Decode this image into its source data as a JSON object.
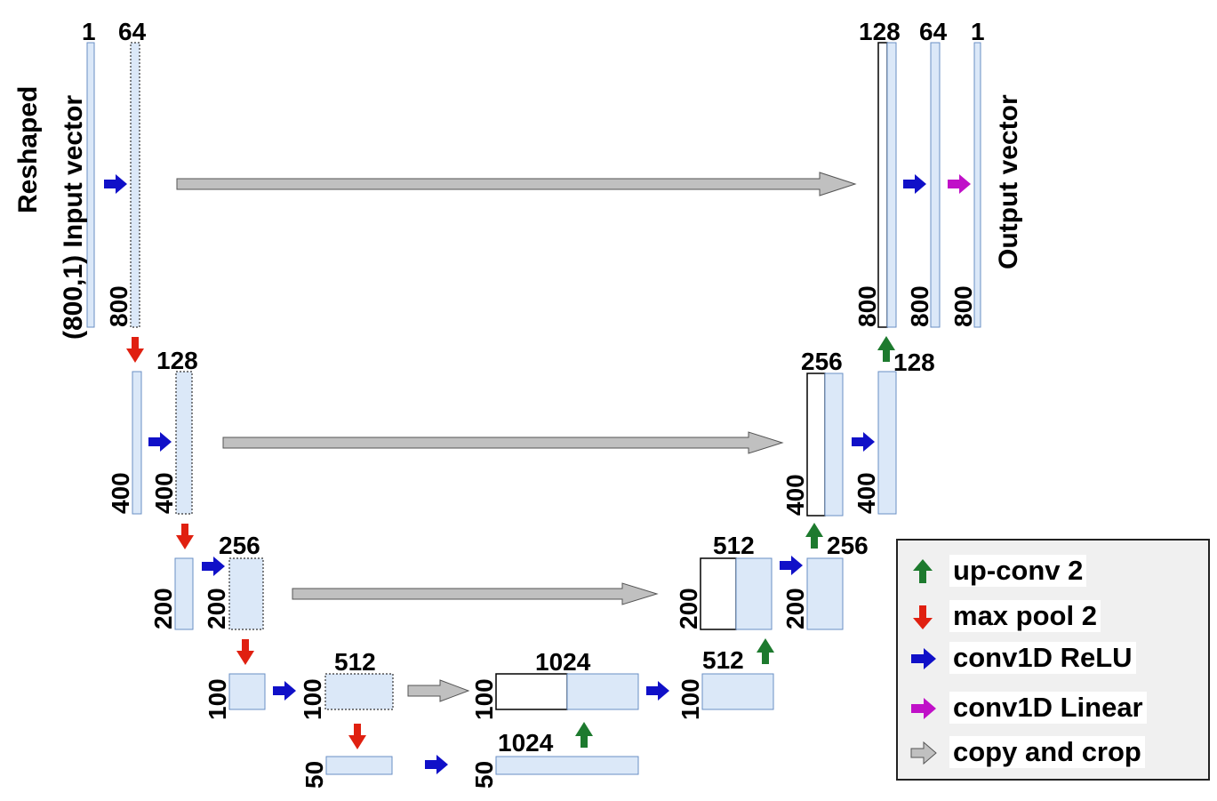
{
  "colors": {
    "feature_fill": "#dbe8f8",
    "feature_stroke": "#6a8fc4",
    "copied_fill": "#ffffff",
    "up_conv": "#1d7a2e",
    "max_pool": "#e02010",
    "conv_relu": "#1010c8",
    "conv_linear": "#c010c8",
    "copy_crop": "#c0c0c0"
  },
  "labels": {
    "input_title_1": "Reshaped",
    "input_title_2": "(800,1)  Input vector",
    "output_title": "Output vector",
    "l1_in_ch": "1",
    "l1_conv_ch": "64",
    "l1_len_a": "800",
    "l2_conv_ch": "128",
    "l2_len_a": "400",
    "l2_len_b": "400",
    "l3_conv_ch": "256",
    "l3_len_a": "200",
    "l3_len_b": "200",
    "l4_conv_ch": "512",
    "l4_len_a": "100",
    "l4_len_b": "100",
    "bottleneck_concat_ch": "1024",
    "bottleneck_len": "100",
    "b5_ch": "1024",
    "b5_len": "50",
    "b5_len_b": "50",
    "d4_ch": "512",
    "d4_len": "100",
    "d3_concat_ch": "512",
    "d3_len": "200",
    "d3_conv_ch": "256",
    "d3_len_b": "200",
    "d2_concat_ch": "256",
    "d2_len": "400",
    "d2_conv_ch": "128",
    "d2_len_b": "400",
    "d1_concat_ch": "128",
    "d1_conv_ch": "64",
    "d1_out_ch": "1",
    "d1_len_a": "800",
    "d1_len_b": "800",
    "d1_len_c": "800"
  },
  "legend": {
    "items": [
      {
        "label": "up-conv 2",
        "icon": "up-arrow-icon"
      },
      {
        "label": "max pool 2",
        "icon": "down-arrow-icon"
      },
      {
        "label": "conv1D ReLU",
        "icon": "right-arrow-icon"
      },
      {
        "label": "conv1D Linear",
        "icon": "right-arrow-icon"
      },
      {
        "label": "copy and crop",
        "icon": "right-arrow-icon"
      }
    ]
  }
}
